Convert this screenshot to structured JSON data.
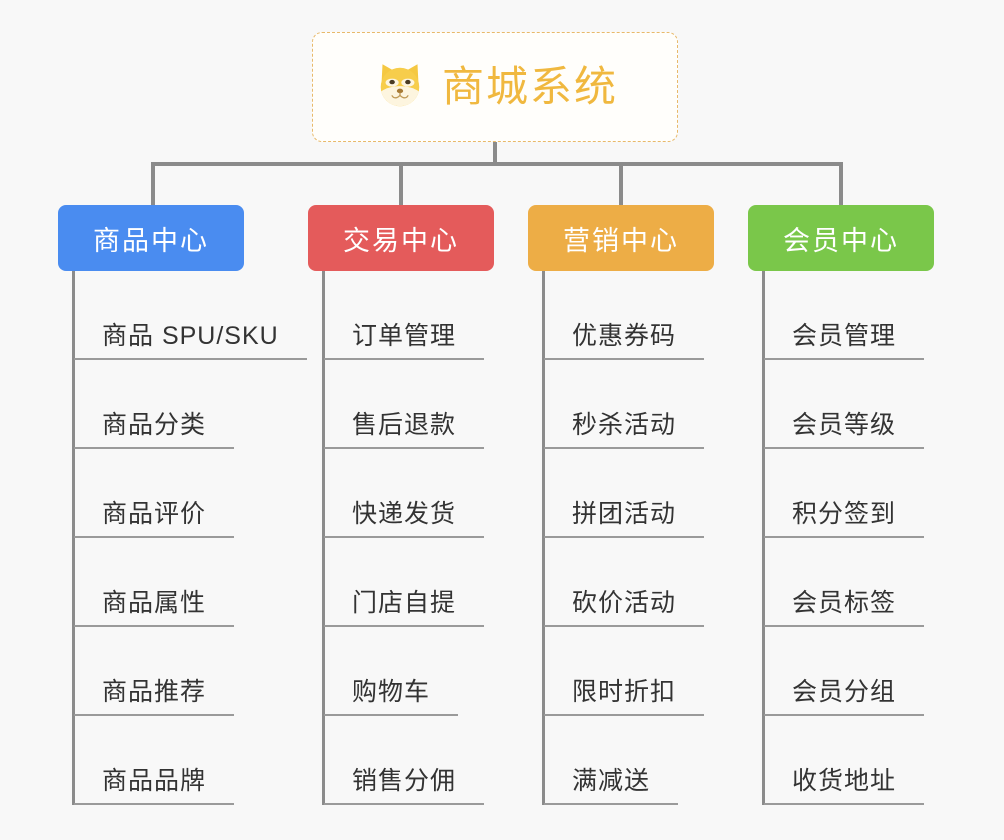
{
  "diagram": {
    "type": "mind-map",
    "background_color": "#f8f8f8",
    "root": {
      "title": "商城系统",
      "icon": "shiba-dog-face-icon",
      "text_color": "#f0b83f",
      "border_color": "#e8b96a",
      "background_color": "#fffefb"
    },
    "connector_color": "#8b8b8b",
    "categories": [
      {
        "label": "商品中心",
        "color": "#4a8cf0",
        "items": [
          "商品 SPU/SKU",
          "商品分类",
          "商品评价",
          "商品属性",
          "商品推荐",
          "商品品牌"
        ]
      },
      {
        "label": "交易中心",
        "color": "#e45b5b",
        "items": [
          "订单管理",
          "售后退款",
          "快递发货",
          "门店自提",
          "购物车",
          "销售分佣"
        ]
      },
      {
        "label": "营销中心",
        "color": "#edad46",
        "items": [
          "优惠券码",
          "秒杀活动",
          "拼团活动",
          "砍价活动",
          "限时折扣",
          "满减送"
        ]
      },
      {
        "label": "会员中心",
        "color": "#7ac74a",
        "items": [
          "会员管理",
          "会员等级",
          "积分签到",
          "会员标签",
          "会员分组",
          "收货地址"
        ]
      }
    ]
  }
}
